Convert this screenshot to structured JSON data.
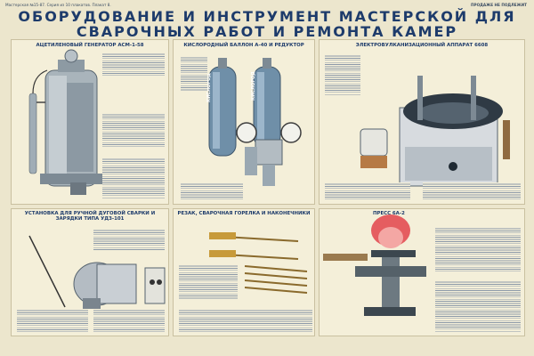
{
  "header": {
    "left": "Мастерская №15-87. Серия из 10 плакатов. Плакат 8.",
    "right": "ПРОДАЖЕ НЕ ПОДЛЕЖИТ"
  },
  "title": {
    "line1": "ОБОРУДОВАНИЕ И ИНСТРУМЕНТ МАСТЕРСКОЙ ДЛЯ",
    "line2": "СВАРОЧНЫХ РАБОТ И РЕМОНТА КАМЕР"
  },
  "panels": {
    "acetylene": {
      "title": "АЦЕТИЛЕНОВЫЙ ГЕНЕРАТОР АСМ-1-58"
    },
    "oxygen": {
      "title": "КИСЛОРОДНЫЙ БАЛЛОН А-40 И РЕДУКТОР",
      "cylinder_label": "КИСЛОРОД"
    },
    "vulcanizer": {
      "title": "ЭЛЕКТРОВУЛКАНИЗАЦИОННЫЙ АППАРАТ 6608"
    },
    "welder": {
      "title": "УСТАНОВКА ДЛЯ РУЧНОЙ ДУГОВОЙ СВАРКИ И ЗАРЯДКИ ТИПА УДЗ-101"
    },
    "torch": {
      "title": "РЕЗАК, СВАРОЧНАЯ ГОРЕЛКА И НАКОНЕЧНИКИ"
    },
    "press": {
      "title": "ПРЕСС 6А-2"
    }
  },
  "colors": {
    "title_blue": "#1d3b6b",
    "metal": "#9aa8b2",
    "cylinder": "#6f8fa8",
    "flame": "#e2434a",
    "panel": "#f4efd9"
  }
}
